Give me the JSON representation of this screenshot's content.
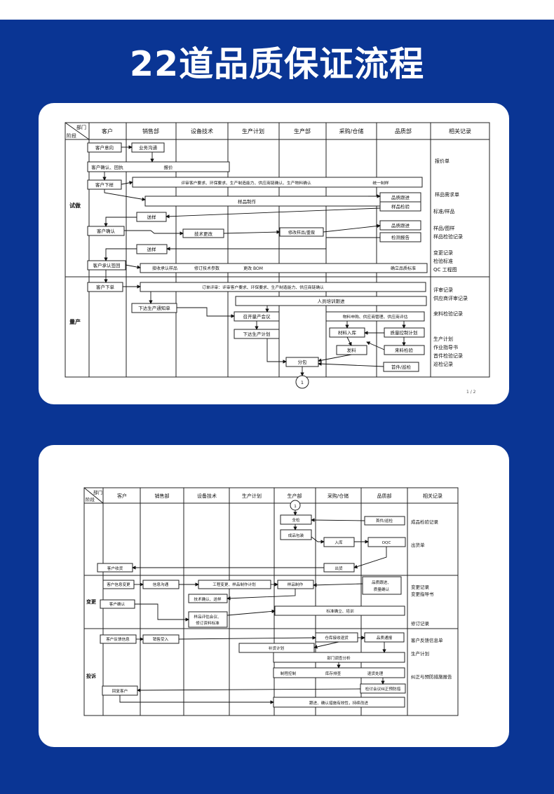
{
  "title": "22道品质保证流程",
  "flow1": {
    "header_corner": {
      "dept": "部门",
      "stage": "阶段"
    },
    "columns": [
      "客户",
      "销售部",
      "设备技术",
      "生产计划",
      "生产部",
      "采购/仓储",
      "品质部",
      "相关记录"
    ],
    "stages": [
      "试做",
      "量产"
    ],
    "nodes": {
      "kehu_yixiang": "客户意向",
      "yewu_goutong": "业务沟通",
      "kehu_queren_huizhi": "客户确认、回执",
      "baojia": "报价",
      "kehu_xiadan": "客户下样",
      "pingshen_text": "评审客户要求、环保要求、生产制造能力、供应商链确认、生产物料确认",
      "tongyi_zhiyang": "统一制样",
      "yangpin_zhizuo": "样品制作",
      "pinzhi_genjin1": "品质跟进",
      "yangpin_jianyan": "样品检验",
      "songyang1": "送样",
      "kehu_queren": "客户确认",
      "jishu_gengai": "技术更改",
      "xiugai_yangpin": "修改样品/重做",
      "pinzhi_genjin2": "品质跟进",
      "jiance_baogao": "检测报告",
      "songyang2": "送样",
      "kehu_chengren": "客户承认签回",
      "jieshou_chengren": "接收承认样品",
      "xiuding_jishu": "修订技术参数",
      "gengai_bom": "更改 BOM",
      "queli_biaozhun": "确立品质标准",
      "kehu_xiadan2": "客户下单",
      "dingdan_pingshen": "订单评审：评审客户要求、环保要求、生产制造能力、供应商链确认",
      "renyuan_peixun": "人员培训跟进",
      "xiada_shengchan": "下达生产通知单",
      "zhaokai_huiyi": "召开量产会议",
      "wuliao": "物料申购、供应商管理、供应商评估",
      "xiada_jihua": "下达生产计划",
      "cailiao_ruku": "材料入库",
      "zhiliang_jihua": "质量控制计划",
      "faliao": "发料",
      "lailiao_jianyan": "来料检验",
      "fenbao": "分包",
      "shoujian_xunjian": "首件/巡检",
      "connector": "1"
    },
    "records": [
      "报价单",
      "样品需求单",
      "标准/样品",
      "样品/图样",
      "样品检验记录",
      "变更记录",
      "检验标准",
      "QC 工程图",
      "评审记录",
      "供应商评审记录",
      "来料检验记录",
      "生产计划",
      "作业指导书",
      "首件检验记录",
      "巡检记录"
    ],
    "page_no": "1 / 2"
  },
  "flow2": {
    "header_corner": {
      "dept": "部门",
      "stage": "阶段"
    },
    "columns": [
      "客户",
      "销售部",
      "设备技术",
      "生产计划",
      "生产部",
      "采购/仓储",
      "品质部",
      "相关记录"
    ],
    "stages": [
      "变更",
      "投诉"
    ],
    "nodes": {
      "connector": "1",
      "quanjian": "全检",
      "shoujian_xunjian": "首件/巡检",
      "chengpin_baozhuang": "成品包装",
      "ruku": "入库",
      "oqc": "OQC",
      "kehu_shouhuo": "客户收货",
      "chuhuo": "出货",
      "kehu_xinxi_biangeng": "客户信息变更",
      "xinxi_goutong": "信息沟通",
      "gongcheng_biangeng": "工程变更、样品制作计划",
      "yangpin_zhizuo": "样品制作",
      "pinzhi_genjin": "品质跟进、",
      "zhiliang_queren": "质量确认",
      "jishu_queren": "技术确认、送样",
      "kehu_queren": "客户确认",
      "yangpin_pinggu": "样品评估会议、",
      "xiuding_ziliao": "修订资料标准",
      "biaozhun_queli": "标准确立、培训",
      "kehu_fankui": "客户反馈信息",
      "xiaoshou_shouru": "销售受入",
      "cangku_tuihuo": "仓库接收退货",
      "pinzhi_tongbao": "品质通报",
      "buhuo_jihua": "补货计划",
      "bumen_diaocha": "部门调查分析",
      "zhicheng_kongzhi": "制程控制",
      "kucun_paicha": "库存排查",
      "tuihuo_chuli": "退货处理",
      "jiantao_huiyi": "检讨会议纠正预防措",
      "huifu_kehu": "回复客户",
      "genjin_queren": "跟进、确认措施有效性，持续改进"
    },
    "records": [
      "成品检验记录",
      "出货单",
      "变更记录",
      "变更指导书",
      "修订记录",
      "客户反馈信息单",
      "生产计划",
      "纠正与预防措施报告"
    ]
  }
}
